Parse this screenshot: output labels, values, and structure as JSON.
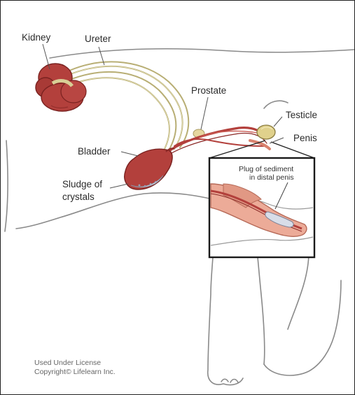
{
  "labels": {
    "kidney": "Kidney",
    "ureter": "Ureter",
    "prostate": "Prostate",
    "testicle": "Testicle",
    "penis": "Penis",
    "bladder": "Bladder",
    "sludge_line1": "Sludge of",
    "sludge_line2": "crystals",
    "plug_line1": "Plug of sediment",
    "plug_line2": "in distal penis"
  },
  "credit": {
    "line1": "Used Under License",
    "line2": "Copyright© Lifelearn Inc."
  },
  "colors": {
    "outline": "#8a8a8a",
    "organ_red": "#b3403c",
    "organ_dark": "#8c2a28",
    "tube_tan": "#c9c08a",
    "penis_pink": "#e8a08a",
    "crystal": "#d8dde8"
  }
}
